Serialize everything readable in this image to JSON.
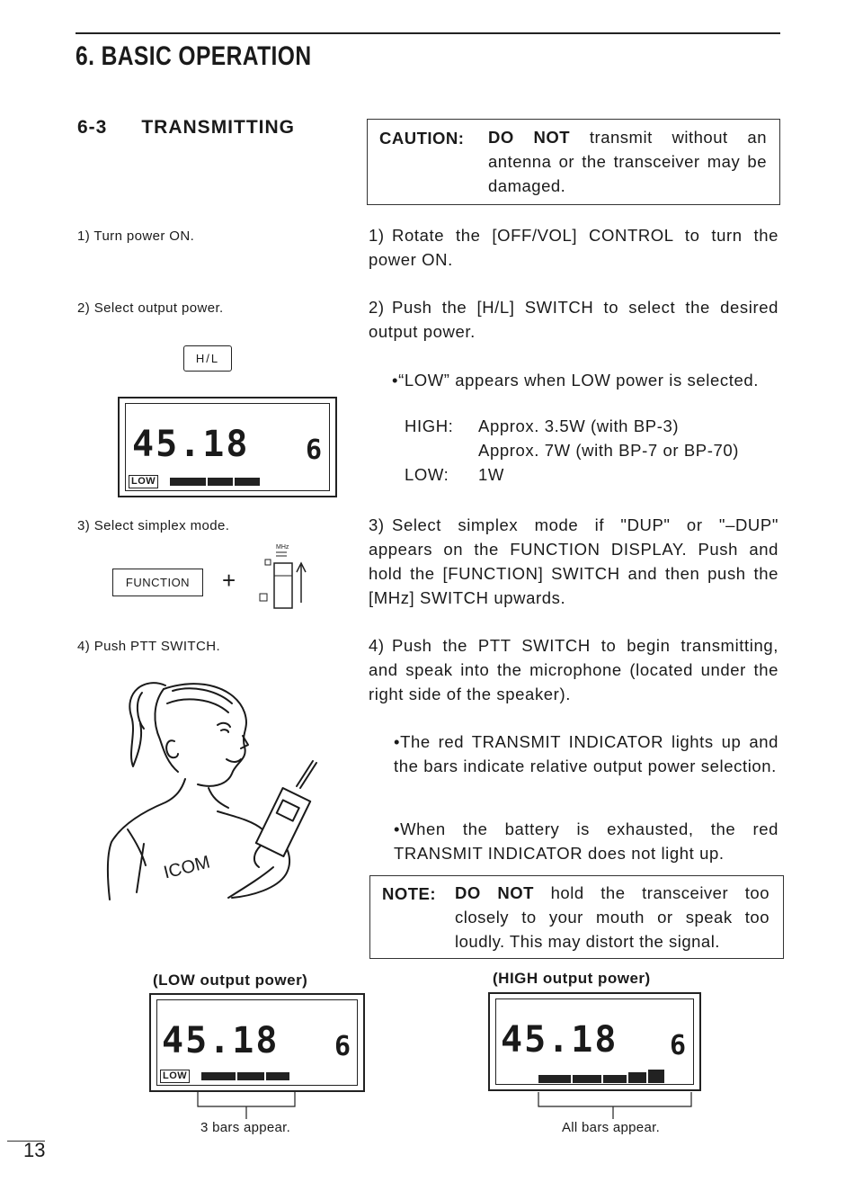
{
  "header": {
    "section": "6. BASIC OPERATION",
    "subsection_num": "6-3",
    "subsection_title": "TRANSMITTING"
  },
  "caution": {
    "label": "CAUTION:",
    "emph": "DO NOT",
    "text": "transmit without an antenna or the transceiver may be damaged."
  },
  "left_steps": [
    "1) Turn power ON.",
    "2) Select output power.",
    "3) Select simplex mode.",
    "4) Push PTT SWITCH."
  ],
  "keys": {
    "hl": "H/L",
    "function": "FUNCTION",
    "plus": "+",
    "mhz": "MHz"
  },
  "lcd": {
    "freq": "45.18",
    "channel": "6",
    "low_badge": "LOW",
    "bars_low": 3,
    "bars_high": 5
  },
  "right_steps": [
    {
      "num": "1)",
      "text": "Rotate the [OFF/VOL] CONTROL to turn the power ON."
    },
    {
      "num": "2)",
      "text": "Push the [H/L] SWITCH to select the desired output power."
    },
    {
      "num": "3)",
      "text": "Select simplex mode if \"DUP\" or \"–DUP\" appears on the FUNCTION DISPLAY. Push and hold the [FUNCTION] SWITCH and then push the [MHz] SWITCH upwards."
    },
    {
      "num": "4)",
      "text": "Push the PTT SWITCH to begin transmitting, and speak into the microphone (located under the right side of the speaker)."
    }
  ],
  "bullets": {
    "low_appears": "•“LOW” appears when LOW power is selected.",
    "tx_indicator": "•The red TRANSMIT INDICATOR lights up and the bars indicate relative output power selection.",
    "battery": "•When the battery is exhausted, the red TRANSMIT INDICATOR does not light up."
  },
  "power_spec": {
    "high_label": "HIGH:",
    "high_1": "Approx. 3.5W (with BP-3)",
    "high_2": "Approx.  7W (with BP-7 or BP-70)",
    "low_label": "LOW:",
    "low_val": "1W"
  },
  "note": {
    "label": "NOTE:",
    "emph": "DO NOT",
    "text": "hold the transceiver too closely to your mouth or speak too loudly. This may distort the signal."
  },
  "captions": {
    "low_title": "(LOW output power)",
    "low_note": "3 bars appear.",
    "high_title": "(HIGH output power)",
    "high_note": "All bars appear."
  },
  "illustration_brand": "ICOM",
  "page_number": "13"
}
